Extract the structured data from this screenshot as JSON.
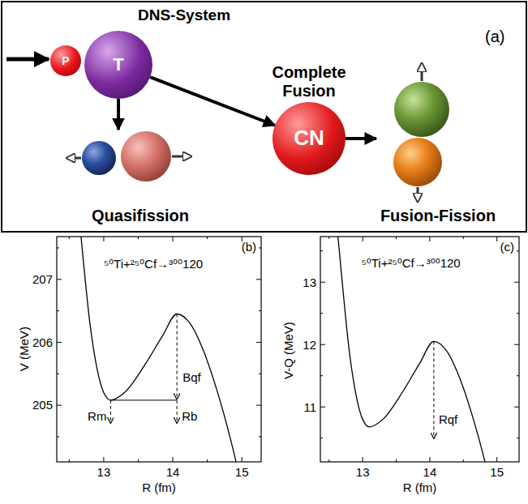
{
  "diagram": {
    "nodes": [
      {
        "text": [
          "(a)"
        ]
      },
      {
        "text": [
          "P"
        ],
        "in": 0
      },
      {
        "text": [
          "DNS-System",
          "T"
        ],
        "in": 0
      },
      {
        "text": [
          "Quasifission"
        ],
        "in": 0
      },
      {
        "text": [
          "Complete Fusion",
          "CN"
        ],
        "in": 0
      },
      {
        "text": [
          "Fusion-Fission"
        ],
        "in": 0
      }
    ],
    "edges": [
      {
        "from": 2,
        "to": 3,
        "arrow": "to"
      },
      {
        "from": 2,
        "to": 4,
        "arrow": "to"
      },
      {
        "from": 4,
        "to": 5,
        "arrow": "to"
      }
    ],
    "labels": [
      "(b)",
      "⁵⁰Ti+²⁵⁰Cf→³⁰⁰120",
      "V (MeV)",
      "207",
      "206",
      "205",
      "13",
      "14",
      "15",
      "R (fm)",
      "Bqf",
      "Rm",
      "Rb",
      "(c)",
      "⁵⁰Ti+²⁵⁰Cf→³⁰⁰120",
      "V-Q (MeV)",
      "13",
      "12",
      "11",
      "13",
      "14",
      "15",
      "R (fm)",
      "Rqf"
    ]
  }
}
